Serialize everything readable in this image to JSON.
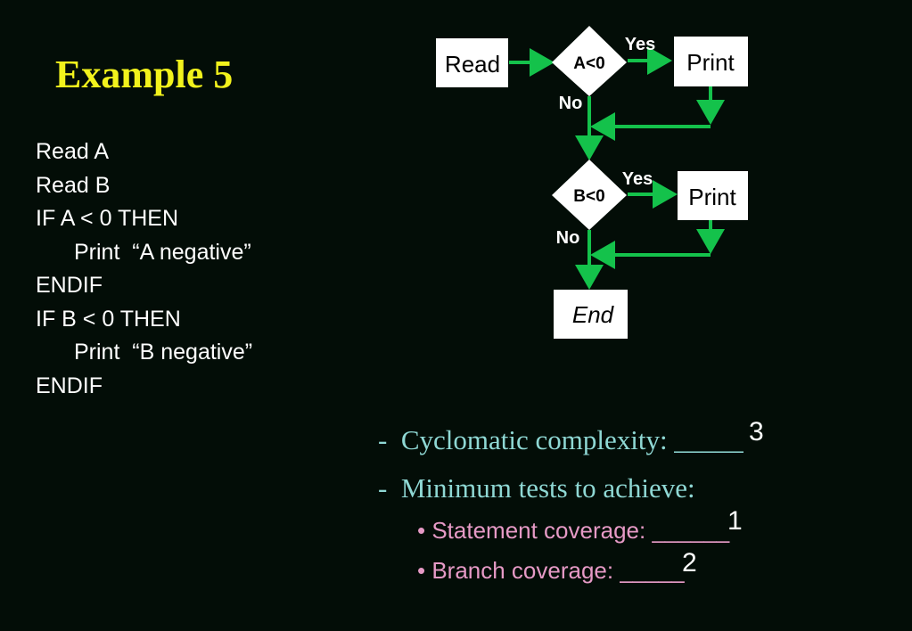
{
  "title": "Example 5",
  "code": {
    "lines": [
      "Read A",
      "Read B",
      "IF A < 0 THEN",
      "Print  “A negative”",
      "ENDIF",
      "IF B < 0 THEN",
      "Print  “B negative”",
      "ENDIF"
    ]
  },
  "flowchart": {
    "read_label": "Read",
    "decision_a": "A<0",
    "decision_b": "B<0",
    "print_a": "Print",
    "print_b": "Print",
    "end_label": "End",
    "yes_a": "Yes",
    "no_a": "No",
    "yes_b": "Yes",
    "no_b": "No"
  },
  "questions": {
    "q1": "-  Cyclomatic complexity: _____",
    "q1_answer": "3",
    "q2": "-  Minimum tests to achieve:",
    "q3": "• Statement coverage: ______",
    "q3_answer": "1",
    "q4": "• Branch coverage: _____",
    "q4_answer": "2"
  },
  "colors": {
    "arrow": "#14c24b",
    "title": "#f2f21c"
  }
}
